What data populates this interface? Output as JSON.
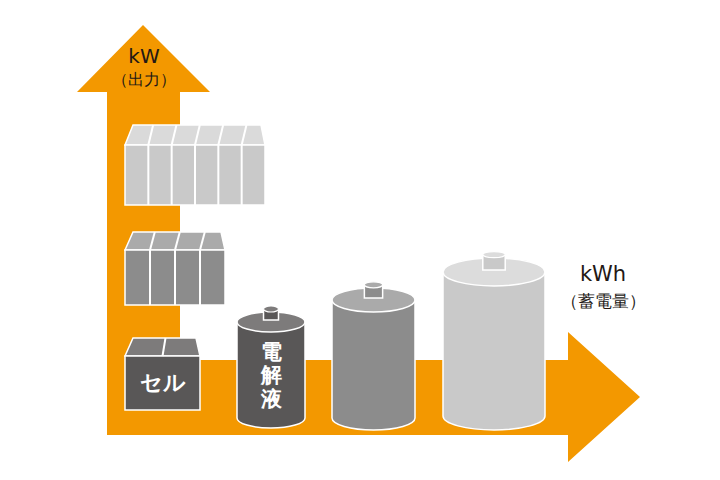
{
  "diagram": {
    "nodes": [
      {
        "text": [
          "セル"
        ]
      },
      {
        "text": [
          "電解液"
        ]
      }
    ],
    "labels": [
      "kW",
      "（出力）",
      "kWh",
      "（蓄電量）"
    ]
  }
}
